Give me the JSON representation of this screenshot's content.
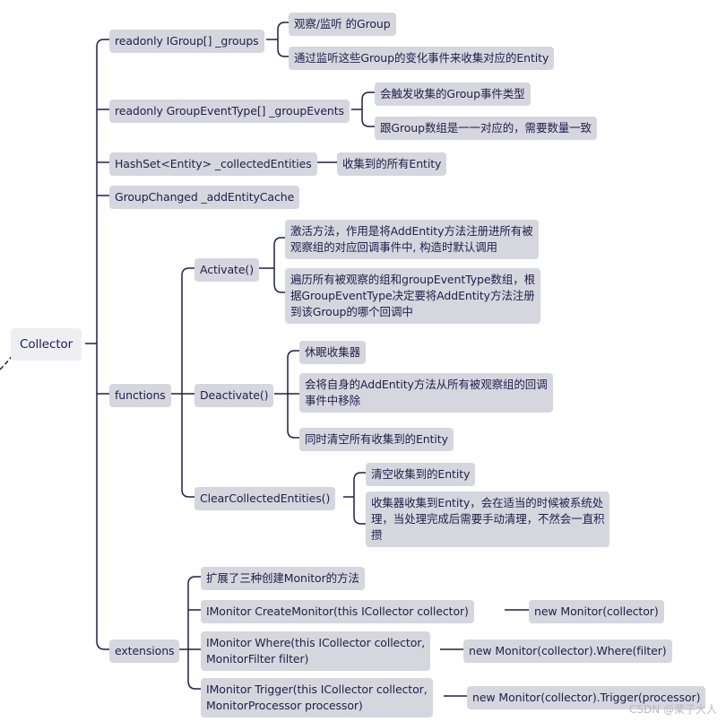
{
  "root": {
    "label": "Collector"
  },
  "groups": {
    "label": "readonly IGroup[] _groups",
    "notes": [
      "观察/监听 的Group",
      "通过监听这些Group的变化事件来收集对应的Entity"
    ]
  },
  "group_events": {
    "label": "readonly GroupEventType[] _groupEvents",
    "notes": [
      "会触发收集的Group事件类型",
      "跟Group数组是一一对应的，需要数量一致"
    ]
  },
  "collected": {
    "label": "HashSet<Entity> _collectedEntities",
    "note": "收集到的所有Entity"
  },
  "cache": {
    "label": "GroupChanged _addEntityCache"
  },
  "functions": {
    "label": "functions",
    "activate": {
      "label": "Activate()",
      "notes": [
        "激活方法，作用是将AddEntity方法注册进所有被\n观察组的对应回调事件中, 构造时默认调用",
        "遍历所有被观察的组和groupEventType数组，根\n据GroupEventType决定要将AddEntity方法注册\n到该Group的哪个回调中"
      ]
    },
    "deactivate": {
      "label": "Deactivate()",
      "notes": [
        "休眠收集器",
        "会将自身的AddEntity方法从所有被观察组的回调\n事件中移除",
        "同时清空所有收集到的Entity"
      ]
    },
    "clear": {
      "label": "ClearCollectedEntities()",
      "notes": [
        "清空收集到的Entity",
        "收集器收集到Entity，会在适当的时候被系统处\n理，当处理完成后需要手动清理，不然会一直积\n攒"
      ]
    }
  },
  "extensions": {
    "label": "extensions",
    "intro": "扩展了三种创建Monitor的方法",
    "create": {
      "label": "IMonitor CreateMonitor(this ICollector collector)",
      "result": "new Monitor(collector)"
    },
    "where": {
      "label": "IMonitor Where(this ICollector collector,\nMonitorFilter filter)",
      "result": "new Monitor(collector).Where(filter)"
    },
    "trigger": {
      "label": "IMonitor Trigger(this ICollector collector,\nMonitorProcessor processor)",
      "result": "new Monitor(collector).Trigger(processor)"
    }
  },
  "watermark": "CSDN @栗子大人",
  "colors": {
    "node": "#d6d6de",
    "root": "#efeff3",
    "line": "#1f1f4a",
    "text": "#1f1f4a"
  }
}
